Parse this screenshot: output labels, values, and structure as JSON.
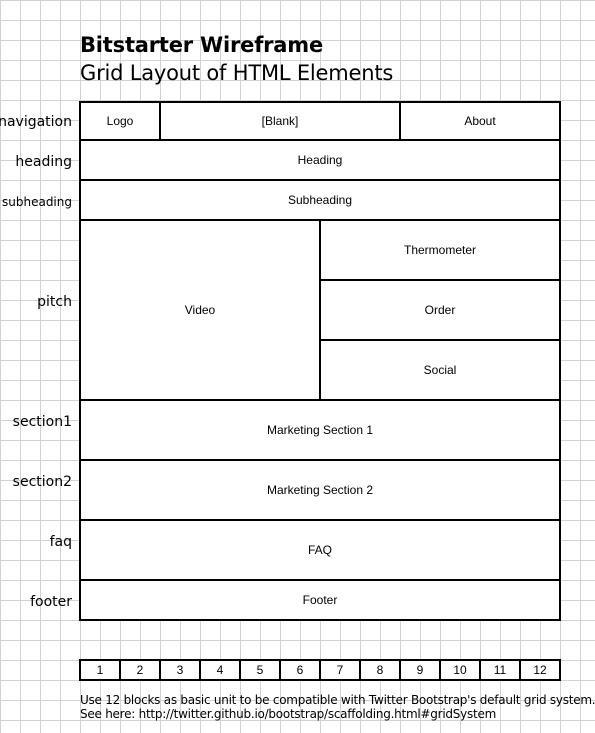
{
  "header": {
    "title": "Bitstarter Wireframe",
    "subtitle": "Grid Layout of HTML Elements"
  },
  "row_labels": {
    "navigation": "navigation",
    "heading": "heading",
    "subheading": "subheading",
    "pitch": "pitch",
    "section1": "section1",
    "section2": "section2",
    "faq": "faq",
    "footer": "footer"
  },
  "blocks": {
    "logo": "Logo",
    "blank": "[Blank]",
    "about": "About",
    "heading": "Heading",
    "subheading": "Subheading",
    "video": "Video",
    "thermometer": "Thermometer",
    "order": "Order",
    "social": "Social",
    "marketing1": "Marketing Section 1",
    "marketing2": "Marketing Section 2",
    "faq": "FAQ",
    "footer": "Footer"
  },
  "grid_columns": [
    "1",
    "2",
    "3",
    "4",
    "5",
    "6",
    "7",
    "8",
    "9",
    "10",
    "11",
    "12"
  ],
  "notes": {
    "line1": "Use 12 blocks as basic unit to be compatible with Twitter Bootstrap's default grid system.",
    "line2": "See here: http://twitter.github.io/bootstrap/scaffolding.html#gridSystem"
  }
}
